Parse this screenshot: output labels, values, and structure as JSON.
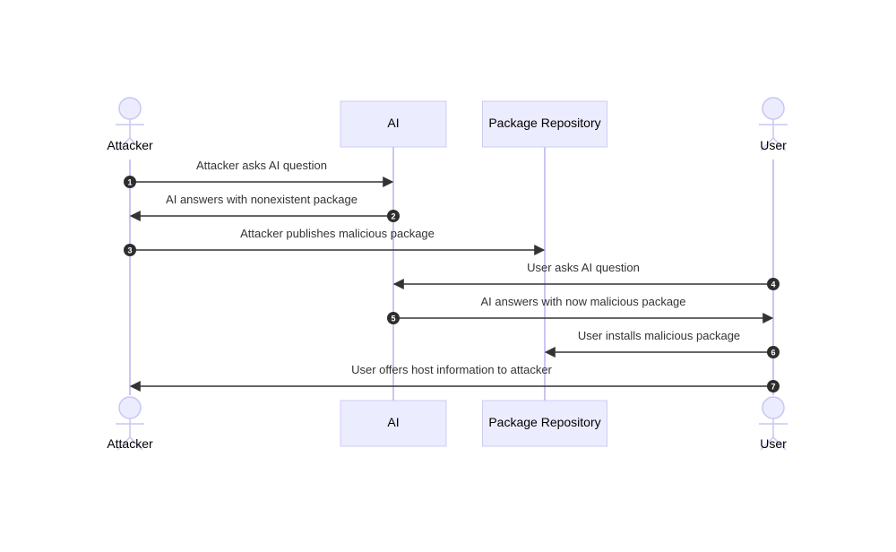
{
  "participants": [
    {
      "id": "attacker",
      "label": "Attacker",
      "kind": "actor"
    },
    {
      "id": "ai",
      "label": "AI",
      "kind": "box"
    },
    {
      "id": "repo",
      "label": "Package Repository",
      "kind": "box"
    },
    {
      "id": "user",
      "label": "User",
      "kind": "actor"
    }
  ],
  "messages": [
    {
      "num": "1",
      "from": "attacker",
      "to": "ai",
      "label": "Attacker asks AI question"
    },
    {
      "num": "2",
      "from": "ai",
      "to": "attacker",
      "label": "AI answers with nonexistent package"
    },
    {
      "num": "3",
      "from": "attacker",
      "to": "repo",
      "label": "Attacker publishes malicious package"
    },
    {
      "num": "4",
      "from": "user",
      "to": "ai",
      "label": "User asks AI question"
    },
    {
      "num": "5",
      "from": "ai",
      "to": "user",
      "label": "AI answers with now malicious package"
    },
    {
      "num": "6",
      "from": "user",
      "to": "repo",
      "label": "User installs malicious package"
    },
    {
      "num": "7",
      "from": "user",
      "to": "attacker",
      "label": "User offers host information to attacker"
    }
  ],
  "colors": {
    "box_fill": "#ececff",
    "lifeline": "#c9c6f3",
    "arrow": "#333333",
    "number_badge": "#2e2e2e"
  }
}
